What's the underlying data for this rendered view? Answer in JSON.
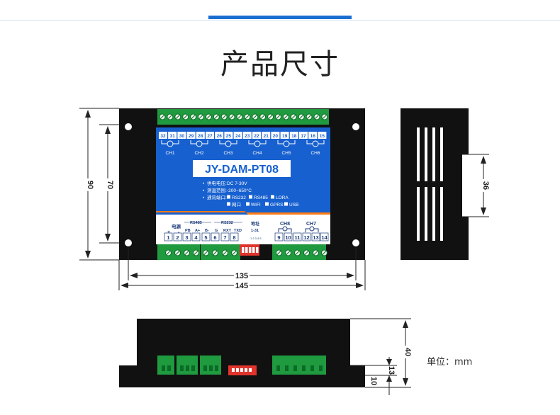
{
  "header": {
    "title": "产品尺寸"
  },
  "device": {
    "model": "JY-DAM-PT08",
    "top_terminals": [
      "32",
      "31",
      "30",
      "29",
      "28",
      "27",
      "26",
      "25",
      "24",
      "23",
      "22",
      "21",
      "20",
      "19",
      "18",
      "17",
      "16",
      "15"
    ],
    "top_channels": [
      "CH1",
      "CH2",
      "CH3",
      "CH4",
      "CH5",
      "CH6"
    ],
    "specs": {
      "supply_label": "供电电压:",
      "supply_value": "DC 7-30V",
      "range_label": "测温范围:",
      "range_value": "-200~650°C",
      "comm_label": "通讯端口:",
      "comm_row1": [
        "RS232",
        "RS485",
        "LORA"
      ],
      "comm_row2": [
        "网口",
        "WIFI",
        "GPRS",
        "USB"
      ]
    },
    "bottom_labels": {
      "power": "电源",
      "plus": "+",
      "minus": "-",
      "rs485": "RS485",
      "pb": "PB",
      "a_plus": "A+",
      "b_minus": "B-",
      "rs232": "RS232",
      "g": "G",
      "rxt": "RXT",
      "txd": "TXD",
      "address": "地址",
      "address_range": "1-31",
      "dip_numbers": "1 2 3 4 5",
      "ch8": "CH8",
      "ch7": "CH7"
    },
    "bottom_terminals": [
      "1",
      "2",
      "3",
      "4",
      "5",
      "6",
      "7",
      "8",
      "9",
      "10",
      "11",
      "12",
      "13",
      "14"
    ]
  },
  "dimensions": {
    "height_outer": "90",
    "height_inner": "70",
    "width_inner": "135",
    "width_outer": "145",
    "side_width": "36",
    "depth_total": "40",
    "depth_mid": "13",
    "depth_base": "10"
  },
  "unit": "单位：mm",
  "colors": {
    "accent": "#1a6fd0",
    "panel_blue": "#1760cf",
    "terminal_green": "#1f9a3f",
    "dip_red": "#e0342c",
    "body_black": "#111111"
  }
}
